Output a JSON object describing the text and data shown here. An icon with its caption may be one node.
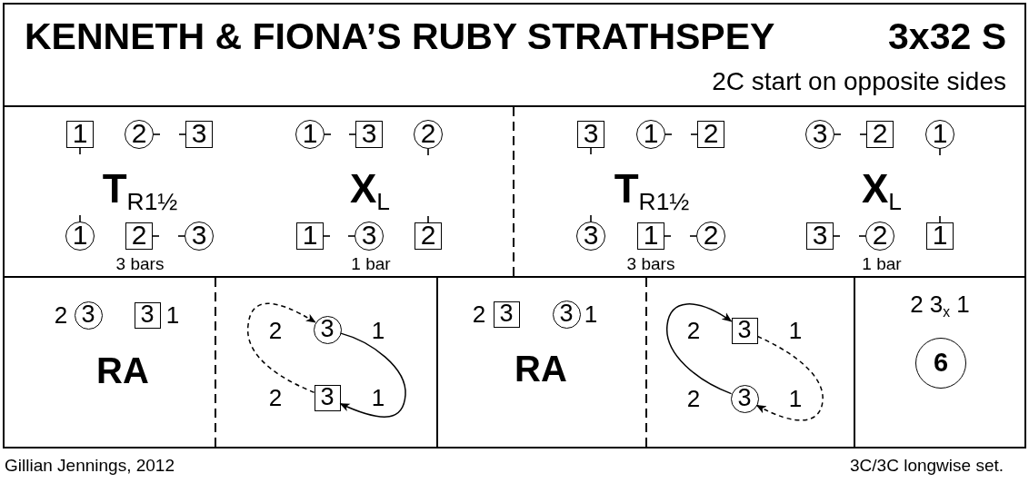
{
  "diagram": {
    "title": "KENNETH & FIONA’S RUBY STRATHSPEY",
    "nodes": [
      {
        "text": [
          "**T**$_{R1½}$",
          "3 bars",
          "**X**$_{L}$",
          "1 bar"
        ]
      },
      {
        "text": [
          "1"
        ],
        "in": 0
      },
      {
        "text": [
          "2"
        ],
        "in": 0
      },
      {
        "text": [
          "3"
        ],
        "in": 0
      },
      {
        "text": [
          "1"
        ],
        "in": 0
      },
      {
        "text": [
          "2"
        ],
        "in": 0
      },
      {
        "text": [
          "3"
        ],
        "in": 0
      },
      {
        "text": [
          "1"
        ],
        "in": 0
      },
      {
        "text": [
          "3"
        ],
        "in": 0
      },
      {
        "text": [
          "2"
        ],
        "in": 0
      },
      {
        "text": [
          "1"
        ],
        "in": 0
      },
      {
        "text": [
          "3"
        ],
        "in": 0
      },
      {
        "text": [
          "2"
        ],
        "in": 0
      },
      {
        "text": [
          "**T**$_{R1½}$",
          "3 bars",
          "**X**$_{L}$",
          "1 bar"
        ]
      },
      {
        "text": [
          "3"
        ],
        "in": 13
      },
      {
        "text": [
          "1"
        ],
        "in": 13
      },
      {
        "text": [
          "2"
        ],
        "in": 13
      },
      {
        "text": [
          "3"
        ],
        "in": 13
      },
      {
        "text": [
          "1"
        ],
        "in": 13
      },
      {
        "text": [
          "2"
        ],
        "in": 13
      },
      {
        "text": [
          "3"
        ],
        "in": 13
      },
      {
        "text": [
          "2"
        ],
        "in": 13
      },
      {
        "text": [
          "1"
        ],
        "in": 13
      },
      {
        "text": [
          "3"
        ],
        "in": 13
      },
      {
        "text": [
          "2"
        ],
        "in": 13
      },
      {
        "text": [
          "1"
        ],
        "in": 13
      },
      {
        "text": [
          "2",
          "1",
          "RA"
        ]
      },
      {
        "text": [
          "3"
        ],
        "in": 26
      },
      {
        "text": [
          "3"
        ],
        "in": 26
      },
      {
        "text": [
          "2",
          "1",
          "2",
          "1"
        ]
      },
      {
        "text": [
          "3"
        ],
        "in": 29
      },
      {
        "text": [
          "3"
        ],
        "in": 29
      },
      {
        "text": [
          "2",
          "1",
          "RA"
        ]
      },
      {
        "text": [
          "3"
        ],
        "in": 32
      },
      {
        "text": [
          "3"
        ],
        "in": 32
      },
      {
        "text": [
          "2",
          "1",
          "2",
          "1"
        ]
      },
      {
        "text": [
          "3"
        ],
        "in": 35
      },
      {
        "text": [
          "3"
        ],
        "in": 35
      },
      {
        "text": [
          "2 3$_{x}$ 1"
        ]
      },
      {
        "text": [
          "6"
        ],
        "in": 38
      }
    ],
    "edges": [
      {
        "from": 30,
        "to": 31,
        "arrow": "to"
      },
      {
        "from": 31,
        "to": 30,
        "arrow": "to",
        "style": "dashed"
      },
      {
        "from": 36,
        "to": 37,
        "arrow": "to",
        "style": "dashed"
      },
      {
        "from": 37,
        "to": 36,
        "arrow": "to"
      }
    ],
    "labels": [
      "3x32 S",
      "2C start on opposite sides",
      "Gillian Jennings, 2012",
      "3C/3C longwise set."
    ]
  }
}
